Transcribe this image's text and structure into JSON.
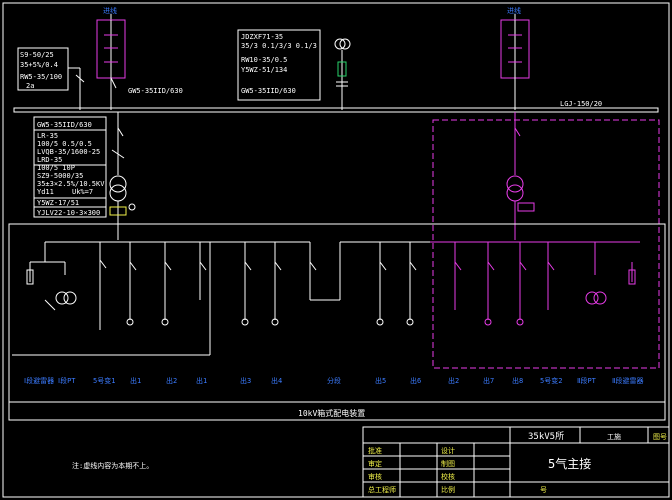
{
  "labels": {
    "s9": "S9-50/25",
    "s9_ratio": "35+5%/0.4",
    "rw_left": "RW5-35/100",
    "rw_left_sub": "2a",
    "gw_left": "GW5-35IID/630",
    "pt_model": "JDZXF71-35",
    "pt_ratio": "35/3  0.1/3/3  0.1/3",
    "rw_mid": "RW10-35/0.5",
    "arrester_mid": "Y5WZ-51/134",
    "gw_mid": "GW5-35IID/630",
    "lgj": "LGJ-150/20",
    "gw_main": "GW5-35IID/630",
    "lr": "LR-35",
    "lr_ratio": "100/5  0.5/0.5",
    "lvqb": "LVQB-35/1600-25",
    "lrd": "LRD-35",
    "lrd_ratio": "100/5  10P",
    "transformer": "SZ9-5000/35",
    "tr_ratio": "35±3×2.5%/10.5KV",
    "tr_conn": "Yd11",
    "tr_uk": "Uk%=7",
    "arrester_bottom": "Y5WZ-17/51",
    "cable": "YJLV22-10-3×300",
    "switchgear": "10kV箱式配电装置",
    "note": "注:虚线内容为本期不上。"
  },
  "line_top_left": "进线",
  "line_top_right": "进线",
  "feeders": [
    "Ⅰ段避雷器",
    "Ⅰ段PT",
    "5号变1",
    "出1",
    "出2",
    "出1",
    "出3",
    "出4",
    "分段",
    "出5",
    "出6",
    "出2",
    "出7",
    "出8",
    "5号变2",
    "Ⅱ段PT",
    "Ⅱ段避雷器"
  ],
  "title_block": {
    "project": "35kV5所",
    "stage": "工施",
    "drawing_title": "5气主接",
    "rows": [
      {
        "left": "批准",
        "mid": "设计"
      },
      {
        "left": "审定",
        "mid": "制图"
      },
      {
        "left": "审核",
        "mid": "校核"
      },
      {
        "left": "总工程师",
        "mid": "比例"
      }
    ],
    "sheet_label": "号",
    "corner": "图号"
  },
  "colors": {
    "background": "#000000",
    "primary": "#ffffff",
    "magenta": "#e83ce8",
    "yellow": "#f2f24a",
    "label_blue": "#3b7bff",
    "green": "#29d36b"
  }
}
